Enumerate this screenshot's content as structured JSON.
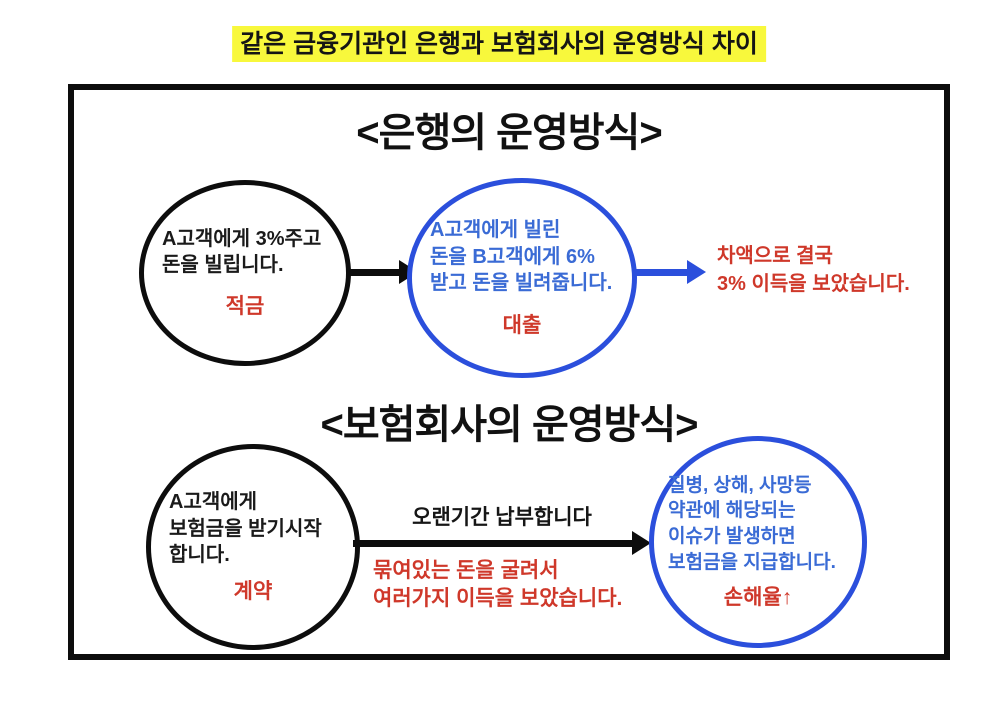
{
  "page": {
    "title": "같은 금융기관인 은행과 보험회사의 운영방식 차이"
  },
  "colors": {
    "highlight_yellow": "#f8f83c",
    "accent_red": "#cf382a",
    "accent_blue_stroke": "#2b4fdc",
    "accent_blue_text": "#3a6bd5",
    "ink_black": "#0d0d0d"
  },
  "bank_section": {
    "title": "<은행의 운영방식>",
    "deposit_circle": {
      "text": "A고객에게 3%주고\n돈을 빌립니다.",
      "label": "적금"
    },
    "loan_circle": {
      "text": "A고객에게 빌린\n돈을 B고객에게 6%\n받고 돈을 빌려줍니다.",
      "label": "대출"
    },
    "result_text": "차액으로 결국\n3% 이득을 보았습니다."
  },
  "insurance_section": {
    "title": "<보험회사의 운영방식>",
    "contract_circle": {
      "text": "A고객에게\n보험금을 받기시작\n합니다.",
      "label": "계약"
    },
    "arrow_top_label": "오랜기간 납부합니다",
    "arrow_bottom_label": "묶여있는 돈을 굴려서\n여러가지 이득을 보았습니다.",
    "payout_circle": {
      "text": "질병, 상해, 사망등\n약관에 해당되는\n이슈가 발생하면\n보험금을 지급합니다.",
      "label": "손해율↑"
    }
  }
}
